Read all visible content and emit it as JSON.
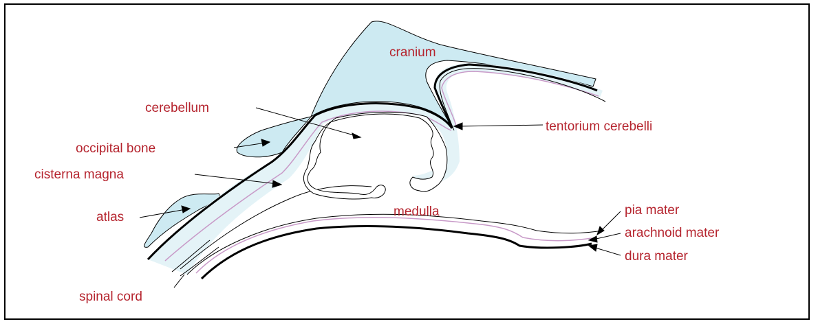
{
  "labels": {
    "cranium": "cranium",
    "cerebellum": "cerebellum",
    "tentorium": "tentorium cerebelli",
    "occipital": "occipital bone",
    "cisterna": "cisterna magna",
    "atlas": "atlas",
    "medulla": "medulla",
    "pia": "pia mater",
    "arachnoid": "arachnoid mater",
    "dura": "dura mater",
    "spinal": "spinal cord"
  },
  "colors": {
    "label": "#b5242e",
    "bone_fill": "#cdeaf2",
    "pia_line": "#c89ac8",
    "outline": "#000000"
  }
}
